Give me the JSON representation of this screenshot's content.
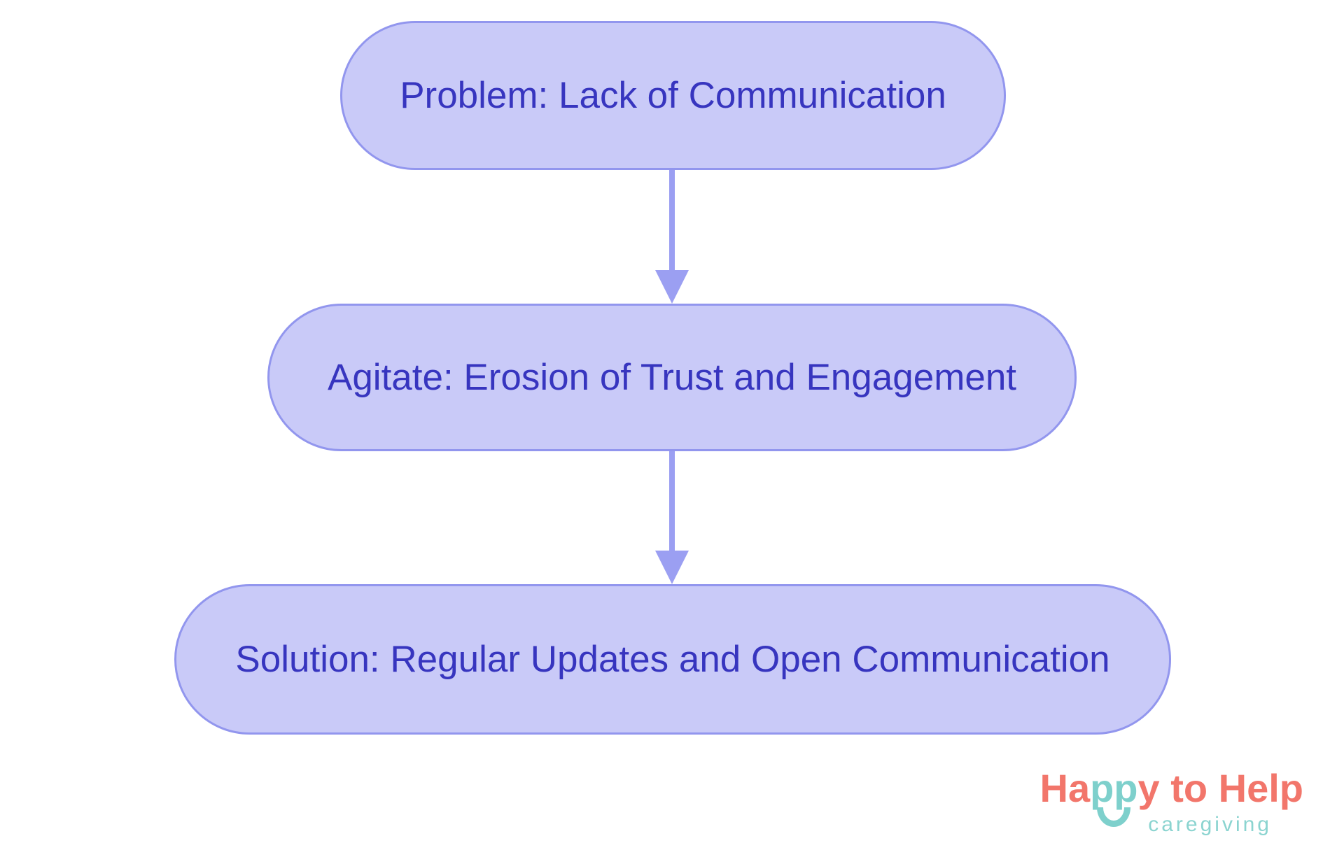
{
  "diagram": {
    "type": "flowchart",
    "direction": "top-down",
    "nodes": [
      {
        "id": "problem",
        "label": "Problem: Lack of Communication"
      },
      {
        "id": "agitate",
        "label": "Agitate: Erosion of Trust and Engagement"
      },
      {
        "id": "solution",
        "label": "Solution: Regular Updates and Open Communication"
      }
    ],
    "connections": [
      {
        "from": "problem",
        "to": "agitate"
      },
      {
        "from": "agitate",
        "to": "solution"
      }
    ],
    "colors": {
      "node_fill": "#C9CAF8",
      "node_border": "#9296EE",
      "node_text": "#3735BF",
      "arrow": "#9B9FF2",
      "background": "#FFFFFF"
    }
  },
  "logo": {
    "segments": [
      {
        "text": "Ha",
        "color": "#F2766B"
      },
      {
        "text": "pp",
        "color": "#7ED0CC"
      },
      {
        "text": "y",
        "color": "#F2766B"
      },
      {
        "text": " to Help",
        "color": "#F2766B"
      }
    ],
    "tagline": "caregiving",
    "colors": {
      "coral": "#F2766B",
      "teal": "#7ED0CC",
      "tagline_teal": "#8BD4D0"
    }
  }
}
